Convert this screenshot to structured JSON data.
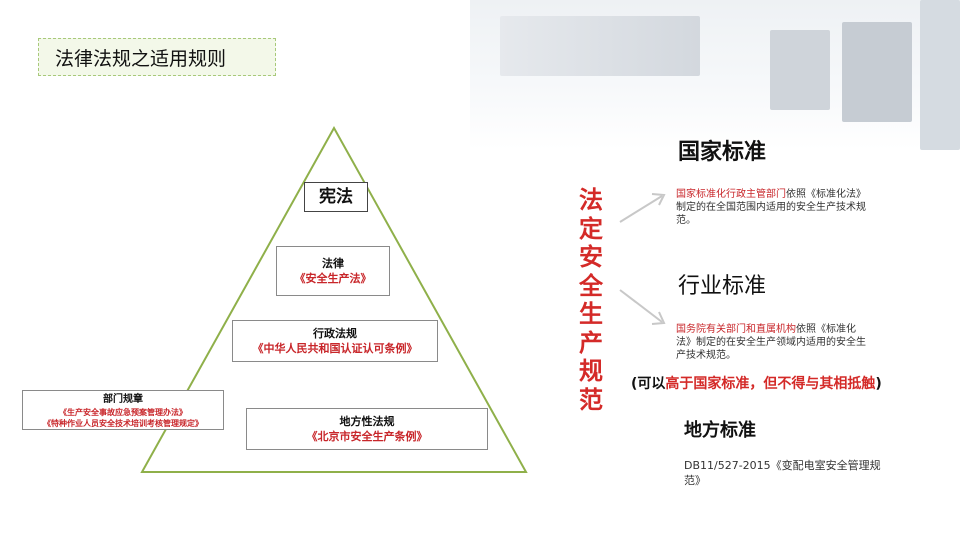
{
  "title": "法律法规之适用规则",
  "pyramid": {
    "xianfa": {
      "label": "宪法"
    },
    "falv": {
      "label": "法律",
      "example": "《安全生产法》"
    },
    "xingzheng": {
      "label": "行政法规",
      "example": "《中华人民共和国认证认可条例》"
    },
    "bumen": {
      "label": "部门规章",
      "example1": "《生产安全事故应急预案管理办法》",
      "example2": "《特种作业人员安全技术培训考核管理规定》"
    },
    "difang": {
      "label": "地方性法规",
      "example": "《北京市安全生产条例》"
    }
  },
  "vertical_title": "法定安全生产规范",
  "guojia": {
    "heading": "国家标准",
    "desc_red": "国家标准化行政主管部门",
    "desc_rest": "依照《标准化法》制定的在全国范围内适用的安全生产技术规范。"
  },
  "hangye": {
    "heading": "行业标准",
    "desc_red": "国务院有关部门和直属机构",
    "desc_rest": "依照《标准化法》制定的在安全生产领域内适用的安全生产技术规范。"
  },
  "note": {
    "open": "(可以",
    "red": "高于国家标准，但不得与其相抵触",
    "close": ")"
  },
  "difang": {
    "heading": "地方标准",
    "desc": "DB11/527-2015《变配电室安全管理规范》"
  },
  "colors": {
    "accent_red": "#d42a28",
    "pyramid_green": "#8fb04a",
    "title_border": "#a8c97a"
  }
}
